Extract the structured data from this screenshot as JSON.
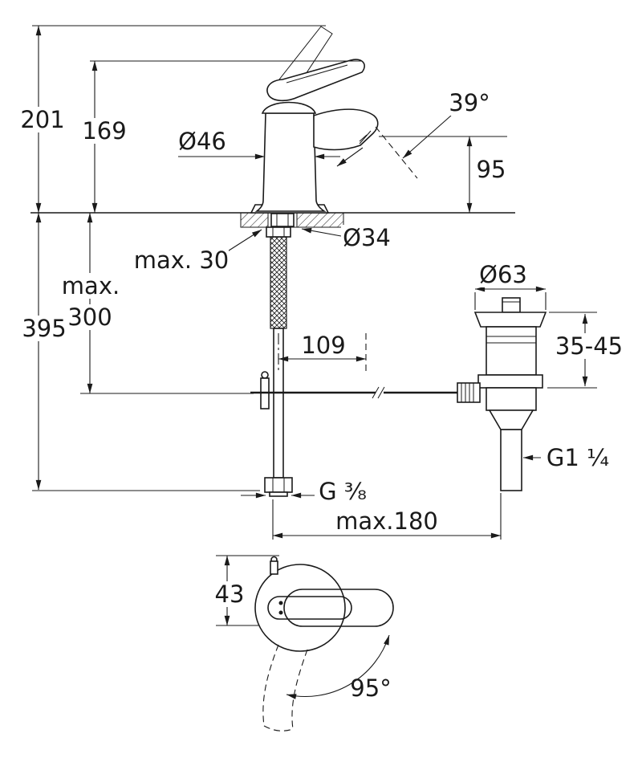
{
  "colors": {
    "line": "#1a1a1a",
    "background": "#ffffff"
  },
  "labels": {
    "dim_201": "201",
    "dim_169": "169",
    "dim_395": "395",
    "dim_max300_line1": "max.",
    "dim_max300_line2": "300",
    "dim_max30": "max. 30",
    "dim_dia46": "Ø46",
    "dim_39deg": "39°",
    "dim_95": "95",
    "dim_dia34": "Ø34",
    "dim_109": "109",
    "dim_dia63": "Ø63",
    "dim_35_45": "35-45",
    "dim_g114": "G1 ¹⁄₄",
    "dim_g38": "G ³⁄₈",
    "dim_max180": "max.180",
    "dim_43": "43",
    "dim_95deg": "95°"
  }
}
